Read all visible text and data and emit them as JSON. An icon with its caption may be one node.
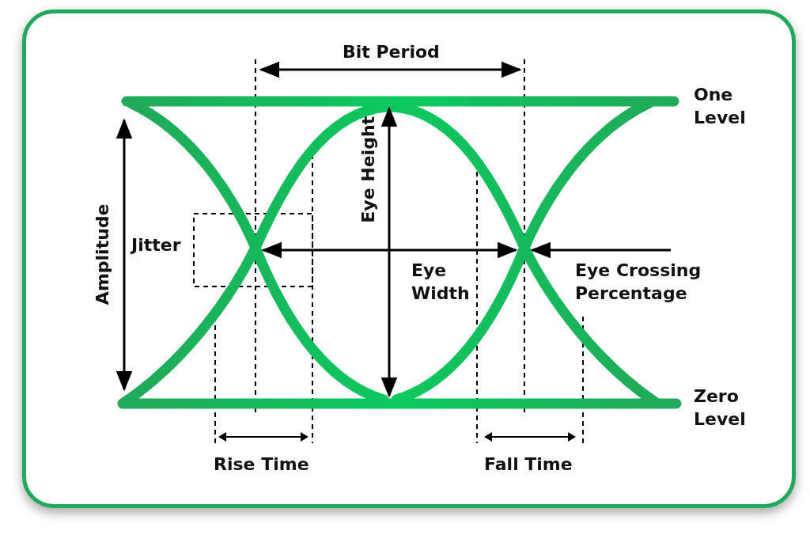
{
  "diagram": {
    "labels": [
      "Bit Period",
      "One Level",
      "Eye Height",
      "Jitter",
      "Amplitude",
      "Eye Width",
      "Eye Crossing Percentage",
      "Zero Level",
      "Rise Time",
      "Fall Time"
    ]
  }
}
